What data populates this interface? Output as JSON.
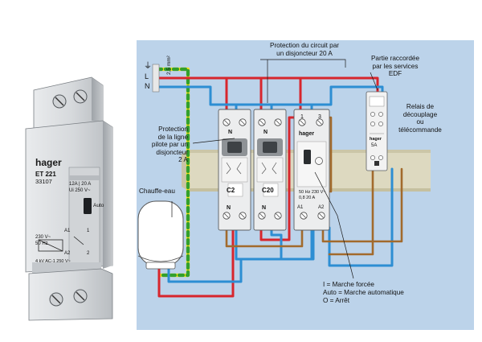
{
  "colors": {
    "panel": "#bcd3ea",
    "rail": "#ddd9c0",
    "phase": "#d7262d",
    "neutral": "#2d8ed3",
    "earth_green": "#33a02c",
    "earth_yellow": "#f0e01a",
    "control": "#a26a2c",
    "device_body": "#ecedee"
  },
  "product": {
    "brand": "hager",
    "model": "ET 221",
    "ref": "33107",
    "rating_1": "12A | 20 A",
    "rating_2": "Ui 250 V~",
    "switch_label": "Auto",
    "coil": "230 V~",
    "freq": "50 Hz",
    "contact": "4 kV AC-1 250 V~",
    "pin_a1": "A1",
    "pin_a2": "A2",
    "pin_1": "1",
    "pin_2": "2"
  },
  "supply": {
    "earth_symbol": "⏚",
    "l": "L",
    "n": "N",
    "cable": "2,5 mm²"
  },
  "breakers": [
    {
      "top_n": "N",
      "bottom_n": "N",
      "rating": "C2"
    },
    {
      "top_n": "N",
      "bottom_n": "N",
      "rating": "C20"
    }
  ],
  "contactor": {
    "top_1": "1",
    "top_3": "3",
    "brand": "hager",
    "rating": "50 Hz 230 V~\n0,8 20 A",
    "pin_a1": "A1",
    "pin_a2": "A2"
  },
  "relay": {
    "brand": "hager",
    "rating": "5A"
  },
  "labels": {
    "circuit_protection": "Protection du circuit par\nun disjoncteur 20 A",
    "edf_part": "Partie raccordée\npar les services\nEDF",
    "relay_desc": "Relais de\ndécouplage\nou\ntélécommande",
    "pilot_protection": "Protection\nde la ligne\npilote par un\ndisjoncteur\n2 A",
    "water_heater": "Chauffe-eau",
    "legend_i": "I = Marche forcée",
    "legend_auto": "Auto = Marche automatique",
    "legend_o": "O = Arrêt"
  }
}
